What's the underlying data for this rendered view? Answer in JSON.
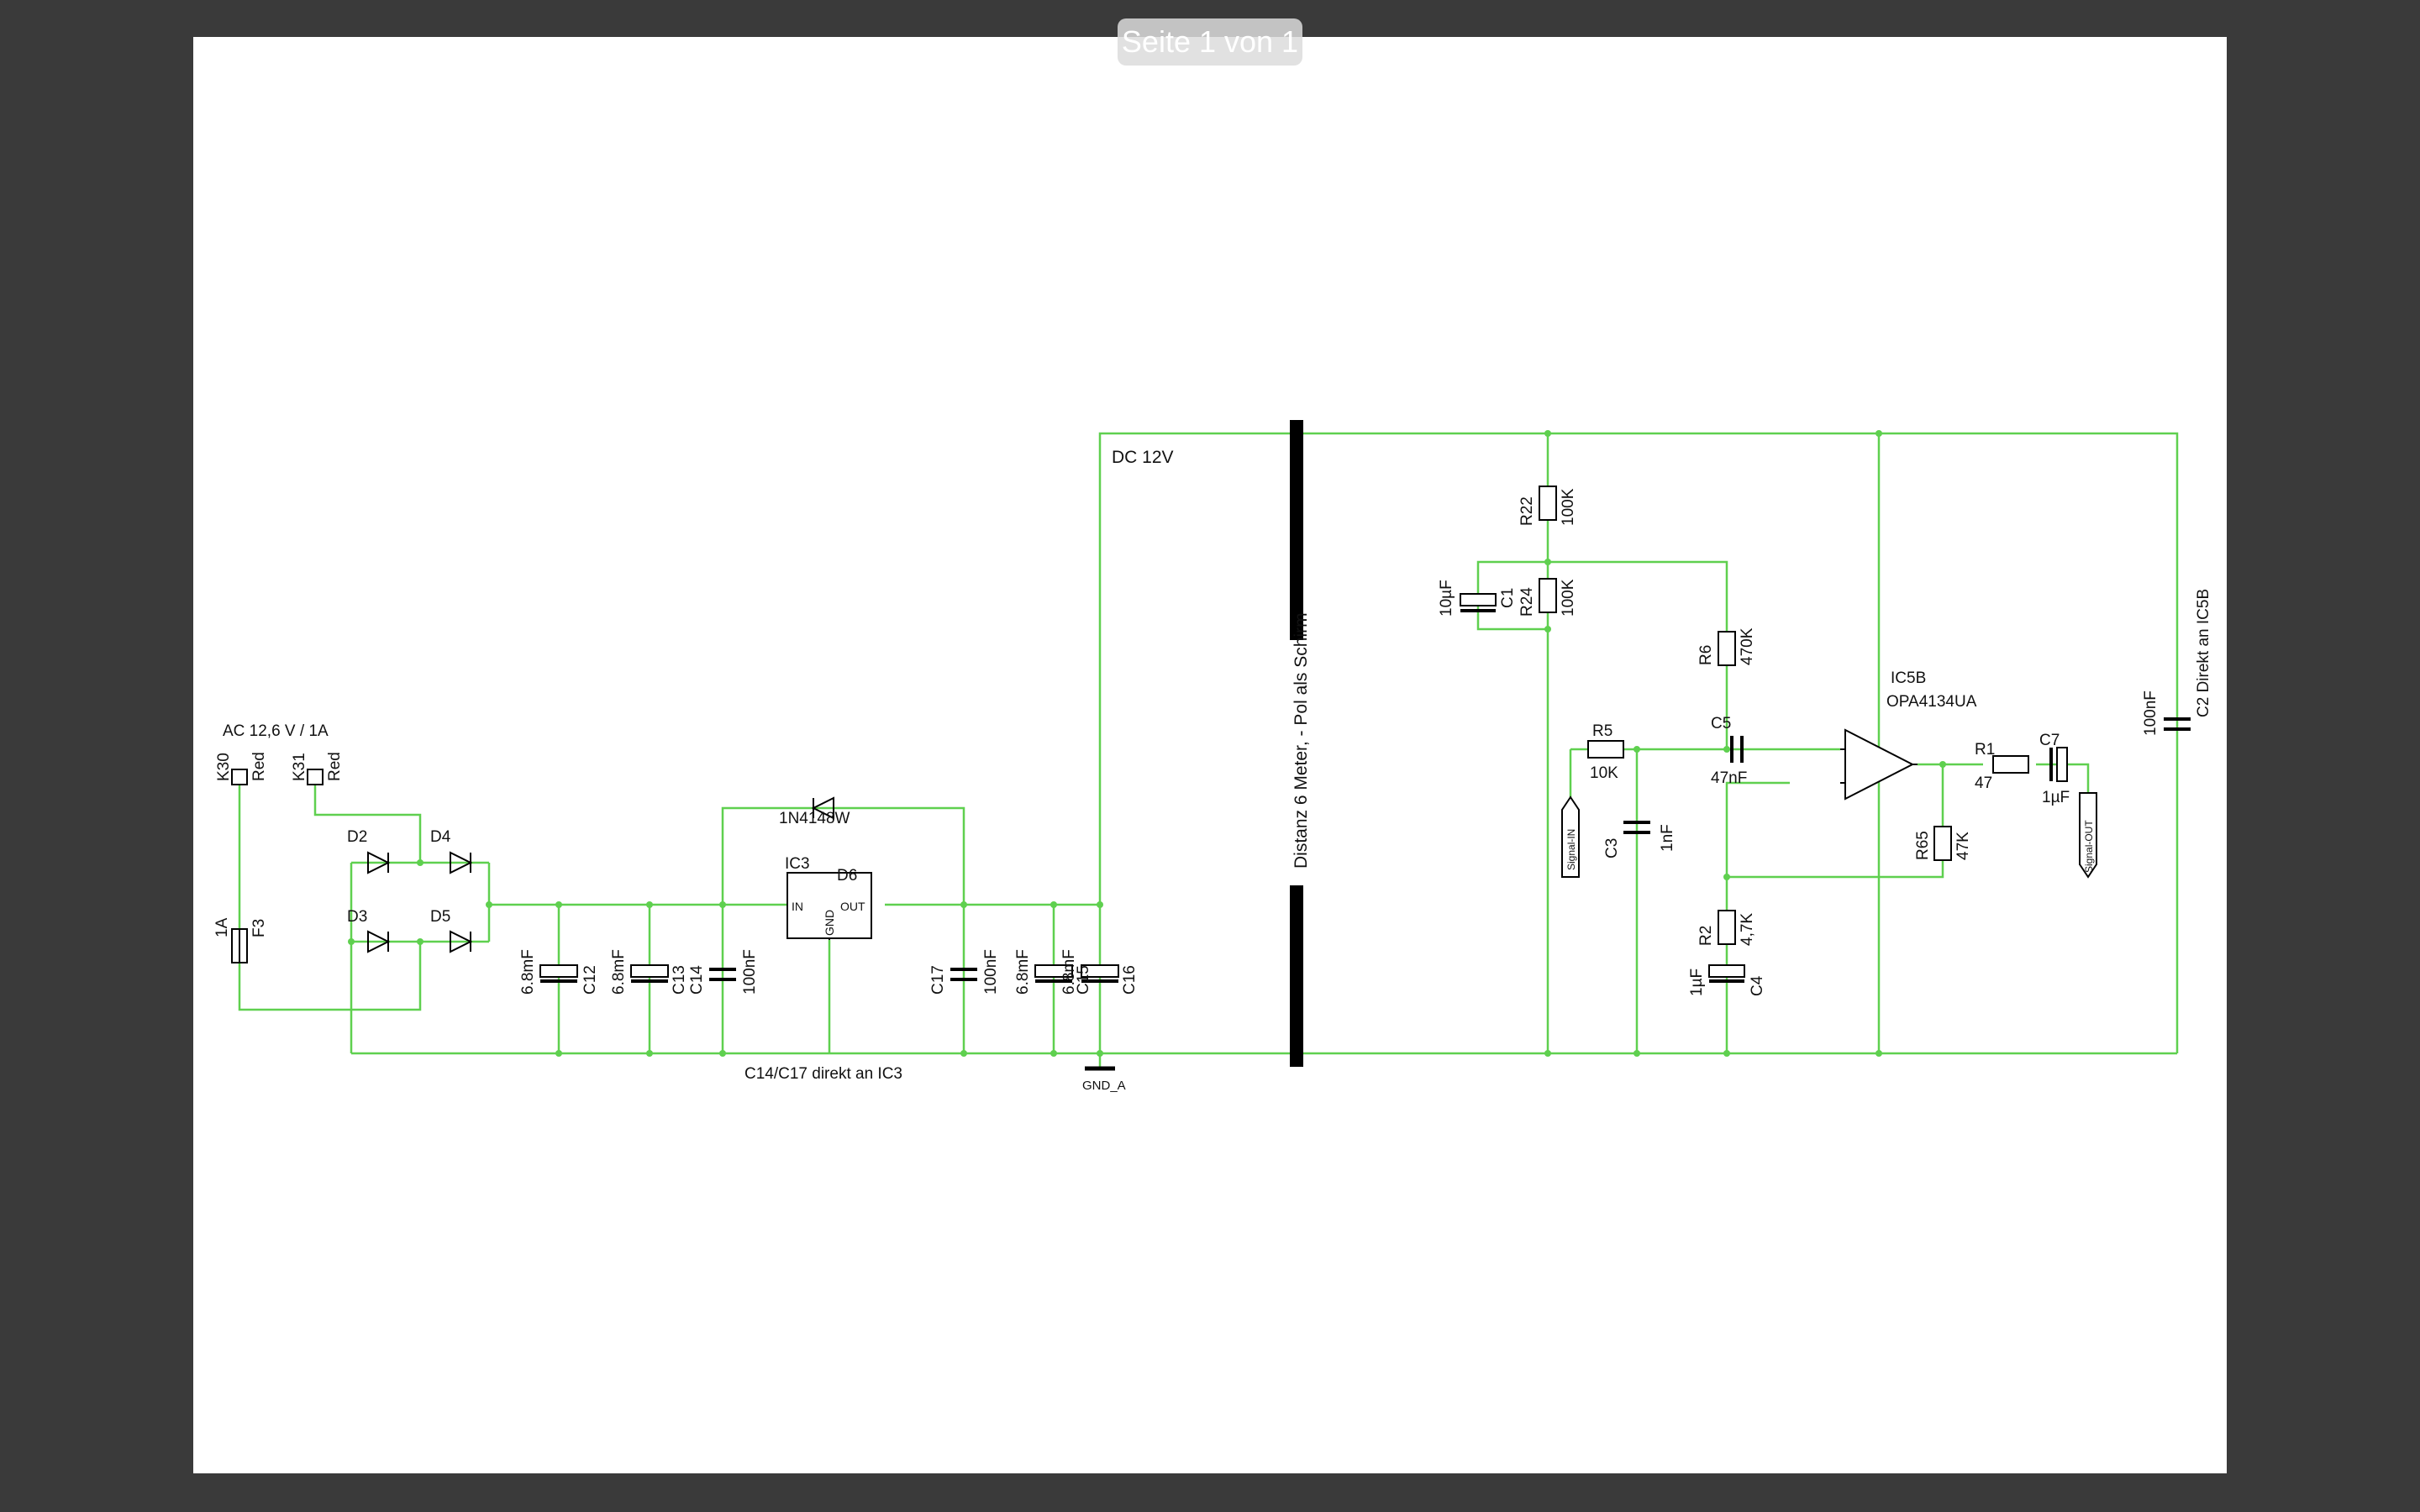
{
  "viewer": {
    "page_indicator": "Seite 1 von 1",
    "page_bg": "#ffffff",
    "chrome_bg": "#3a3a3a"
  },
  "schematic": {
    "colors": {
      "wire": "#5fd04f",
      "pin": "#e0443c",
      "part": "#000000"
    },
    "labels": {
      "title_ac": "AC 12,6 V / 1A",
      "k30": "K30",
      "k30_val": "Red",
      "k31": "K31",
      "k31_val": "Red",
      "f3": "F3",
      "f3_val": "1A",
      "d2": "D2",
      "d3": "D3",
      "d4": "D4",
      "d5": "D5",
      "d6_val": "1N4148W",
      "d6": "D6",
      "ic3": "IC3",
      "ic3_in": "IN",
      "ic3_out": "OUT",
      "ic3_gnd": "GND",
      "c12": "C12",
      "c12_val": "6.8mF",
      "c13": "C13",
      "c13_val": "6.8mF",
      "c14": "C14",
      "c14_val": "100nF",
      "c17": "C17",
      "c17_val": "100nF",
      "c15": "C15",
      "c15_val": "6.8mF",
      "c16": "C16",
      "c16_val": "6.8mF",
      "note_c14": "C14/C17 direkt an IC3",
      "gnd": "GND_A",
      "dc": "DC 12V",
      "distance": "Distanz 6 Meter, - Pol als Schirm",
      "r22": "R22",
      "r22_val": "100K",
      "r24": "R24",
      "r24_val": "100K",
      "c1": "C1",
      "c1_val": "10µF",
      "r6": "R6",
      "r6_val": "470K",
      "r5": "R5",
      "r5_val": "10K",
      "c5": "C5",
      "c5_val": "47nF",
      "c3": "C3",
      "c3_val": "1nF",
      "signal_in": "Signal-IN",
      "ic5b": "IC5B",
      "ic5b_val": "OPA4134UA",
      "r1": "R1",
      "r1_val": "47",
      "c7": "C7",
      "c7_val": "1µF",
      "signal_out": "Signal-OUT",
      "r65": "R65",
      "r65_val": "47K",
      "r2": "R2",
      "r2_val": "4,7K",
      "c4": "C4",
      "c4_val": "1µF",
      "c2_val": "100nF",
      "c2_note": "C2 Direkt an IC5B"
    }
  }
}
